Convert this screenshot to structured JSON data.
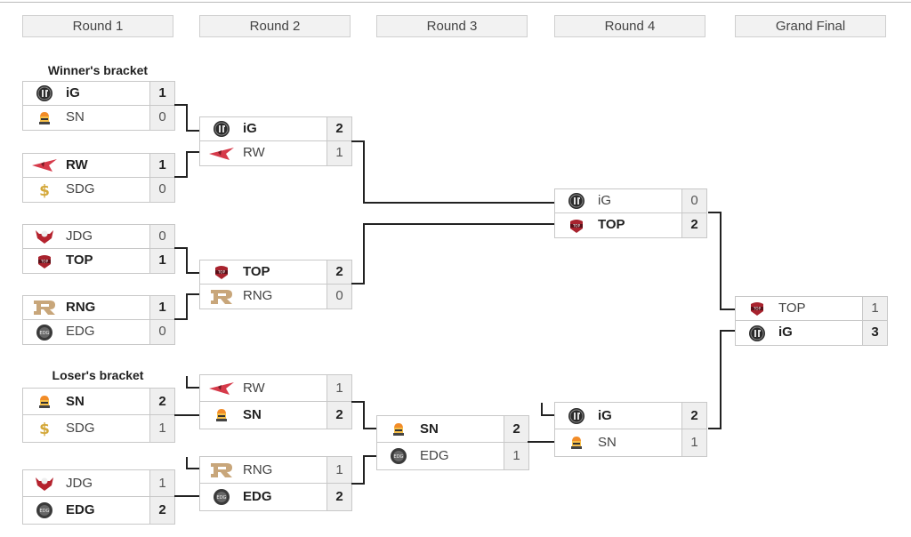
{
  "rounds": [
    "Round 1",
    "Round 2",
    "Round 3",
    "Round 4",
    "Grand Final"
  ],
  "labels": {
    "winners": "Winner's bracket",
    "losers": "Loser's bracket"
  },
  "winners_bracket": {
    "round1": [
      {
        "teams": [
          {
            "name": "iG",
            "score": "1",
            "logo": "ig-logo",
            "win": true
          },
          {
            "name": "SN",
            "score": "0",
            "logo": "sn-logo",
            "win": false
          }
        ]
      },
      {
        "teams": [
          {
            "name": "RW",
            "score": "1",
            "logo": "rw-logo",
            "win": true
          },
          {
            "name": "SDG",
            "score": "0",
            "logo": "sdg-logo",
            "win": false
          }
        ]
      },
      {
        "teams": [
          {
            "name": "JDG",
            "score": "0",
            "logo": "jdg-logo",
            "win": false
          },
          {
            "name": "TOP",
            "score": "1",
            "logo": "top-logo",
            "win": true
          }
        ]
      },
      {
        "teams": [
          {
            "name": "RNG",
            "score": "1",
            "logo": "rng-logo",
            "win": true
          },
          {
            "name": "EDG",
            "score": "0",
            "logo": "edg-logo",
            "win": false
          }
        ]
      }
    ],
    "round2": [
      {
        "teams": [
          {
            "name": "iG",
            "score": "2",
            "logo": "ig-logo",
            "win": true
          },
          {
            "name": "RW",
            "score": "1",
            "logo": "rw-logo",
            "win": false
          }
        ]
      },
      {
        "teams": [
          {
            "name": "TOP",
            "score": "2",
            "logo": "top-logo",
            "win": true
          },
          {
            "name": "RNG",
            "score": "0",
            "logo": "rng-logo",
            "win": false
          }
        ]
      }
    ],
    "round4": [
      {
        "teams": [
          {
            "name": "iG",
            "score": "0",
            "logo": "ig-logo",
            "win": false
          },
          {
            "name": "TOP",
            "score": "2",
            "logo": "top-logo",
            "win": true
          }
        ]
      }
    ]
  },
  "losers_bracket": {
    "round1": [
      {
        "teams": [
          {
            "name": "SN",
            "score": "2",
            "logo": "sn-logo",
            "win": true
          },
          {
            "name": "SDG",
            "score": "1",
            "logo": "sdg-logo",
            "win": false
          }
        ]
      },
      {
        "teams": [
          {
            "name": "JDG",
            "score": "1",
            "logo": "jdg-logo",
            "win": false
          },
          {
            "name": "EDG",
            "score": "2",
            "logo": "edg-logo",
            "win": true
          }
        ]
      }
    ],
    "round2": [
      {
        "teams": [
          {
            "name": "RW",
            "score": "1",
            "logo": "rw-logo",
            "win": false
          },
          {
            "name": "SN",
            "score": "2",
            "logo": "sn-logo",
            "win": true
          }
        ]
      },
      {
        "teams": [
          {
            "name": "RNG",
            "score": "1",
            "logo": "rng-logo",
            "win": false
          },
          {
            "name": "EDG",
            "score": "2",
            "logo": "edg-logo",
            "win": true
          }
        ]
      }
    ],
    "round3": [
      {
        "teams": [
          {
            "name": "SN",
            "score": "2",
            "logo": "sn-logo",
            "win": true
          },
          {
            "name": "EDG",
            "score": "1",
            "logo": "edg-logo",
            "win": false
          }
        ]
      }
    ],
    "round4": [
      {
        "teams": [
          {
            "name": "iG",
            "score": "2",
            "logo": "ig-logo",
            "win": true
          },
          {
            "name": "SN",
            "score": "1",
            "logo": "sn-logo",
            "win": false
          }
        ]
      }
    ]
  },
  "grand_final": {
    "teams": [
      {
        "name": "TOP",
        "score": "1",
        "logo": "top-logo",
        "win": false
      },
      {
        "name": "iG",
        "score": "3",
        "logo": "ig-logo",
        "win": true
      }
    ]
  },
  "colors": {
    "ig": "#2b2b2b",
    "sn": "#f28c28",
    "rw": "#d63a4a",
    "sdg": "#d4a83a",
    "jdg": "#b5232e",
    "top": "#a8232e",
    "rng": "#c8a67a",
    "edg": "#3a3a3a"
  }
}
